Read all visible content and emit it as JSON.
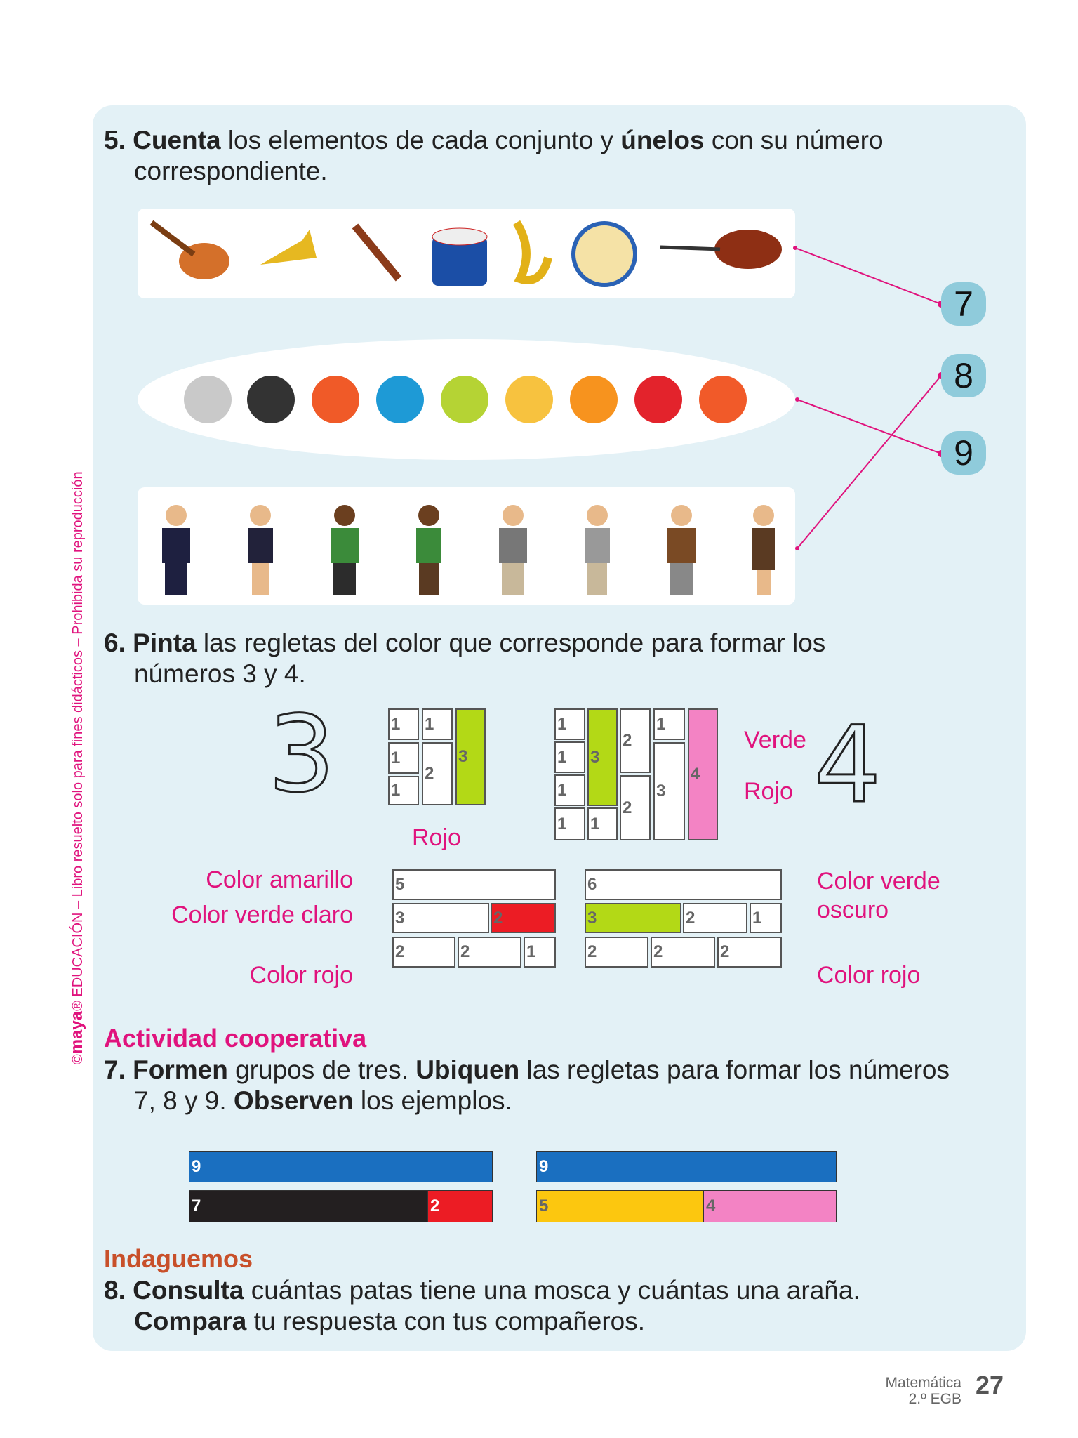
{
  "side_note": {
    "brand": "maya",
    "text": "EDUCACIÓN – Libro resuelto solo para fines didácticos – Prohibida su reproducción",
    "copyright": "©"
  },
  "q5": {
    "num": "5.",
    "w1": "Cuenta",
    "t1": " los elementos de cada conjunto y ",
    "w2": "únelos",
    "t2": " con su número",
    "line2": "correspondiente.",
    "numbers": [
      "7",
      "8",
      "9"
    ]
  },
  "q6": {
    "num": "6.",
    "w1": "Pinta",
    "t1": " las regletas del color que corresponde para formar los",
    "line2": "números 3 y 4.",
    "big_left": "3",
    "big_right": "4",
    "rojo_left": "Rojo",
    "verde": "Verde",
    "rojo_right": "Rojo",
    "labels_left": [
      "Color amarillo",
      "Color verde claro",
      "Color rojo"
    ],
    "labels_right": [
      "Color verde",
      "oscuro",
      "Color rojo"
    ],
    "colors": {
      "green": "#b3d916",
      "pink": "#f383c4",
      "red": "#ec1c24"
    }
  },
  "activity_title": "Actividad cooperativa",
  "q7": {
    "num": "7.",
    "w1": "Formen",
    "t1": " grupos de tres. ",
    "w2": "Ubiquen",
    "t2": " las regletas para formar los números",
    "line2a": "7, 8 y 9. ",
    "w3": "Observen",
    "t3": " los ejemplos.",
    "bars": {
      "a_top": "9",
      "a_1": "7",
      "a_2": "2",
      "b_top": "9",
      "b_1": "5",
      "b_2": "4"
    },
    "colors": {
      "blue": "#1a6fc0",
      "black": "#231f20",
      "red": "#ec1c24",
      "yellow": "#fcc70f",
      "pink": "#f383c4"
    }
  },
  "indaguemos_title": "Indaguemos",
  "q8": {
    "num": "8.",
    "w1": "Consulta",
    "t1": " cuántas patas tiene una mosca y cuántas una araña.",
    "w2": "Compara",
    "t2": " tu respuesta con tus compañeros."
  },
  "footer": {
    "subject": "Matemática",
    "grade": "2.º EGB",
    "page": "27"
  }
}
